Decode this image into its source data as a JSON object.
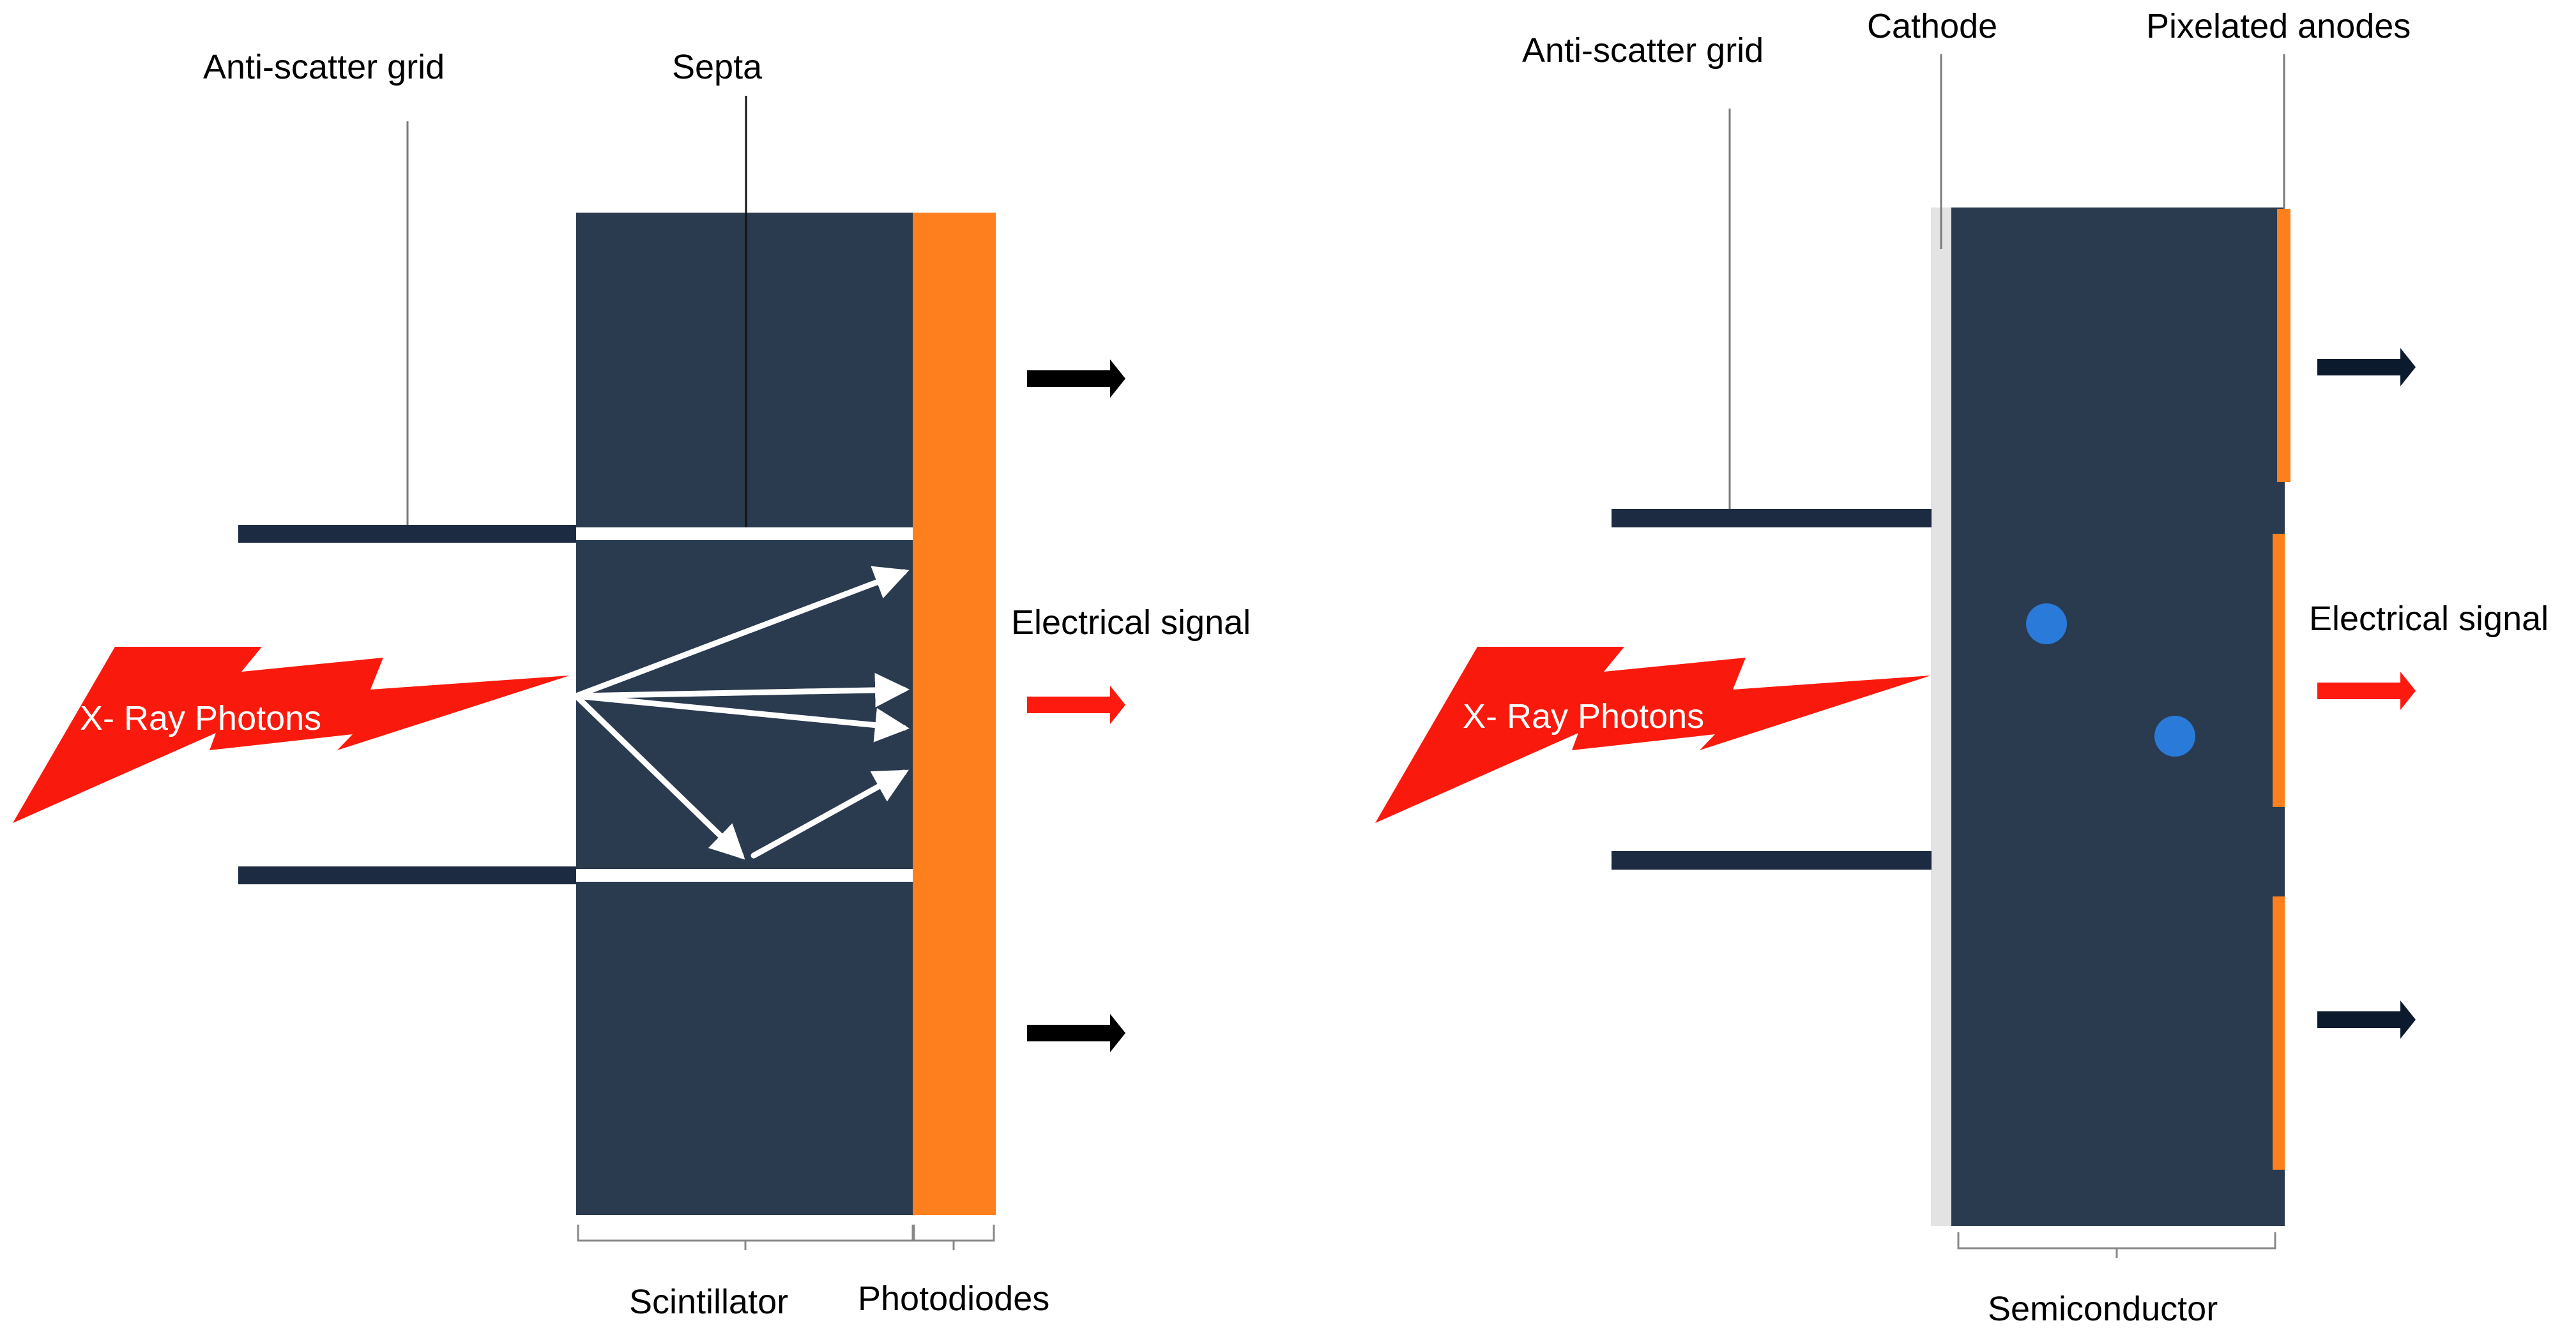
{
  "colors": {
    "dark_block": "#2a3a4f",
    "photodiode_orange": "#fe7f1d",
    "anode_orange": "#fe7f1d",
    "xray_red": "#fa1a0d",
    "signal_red": "#ff1a0f",
    "grid_bar": "#1c2b42",
    "cathode_gray": "#e3e3e3",
    "charge_dot": "#2a7ad9",
    "leader_line": "#7a7a7a",
    "arrow_black": "#000000",
    "arrow_navy": "#0c1a2d",
    "inner_arrow": "#ffffff"
  },
  "left": {
    "anti_scatter_label": "Anti-scatter grid",
    "septa_label": "Septa",
    "electrical_signal_label": "Electrical signal",
    "xray_label": "X- Ray Photons",
    "scintillator_label": "Scintillator",
    "photodiodes_label": "Photodiodes"
  },
  "right": {
    "anti_scatter_label": "Anti-scatter grid",
    "cathode_label": "Cathode",
    "pixelated_anodes_label": "Pixelated anodes",
    "electrical_signal_label": "Electrical signal",
    "xray_label": "X- Ray Photons",
    "semiconductor_label": "Semiconductor"
  },
  "icons": {
    "xray_bolt": "lightning-bolt",
    "signal_arrow": "right-arrow",
    "charge_carrier": "dot"
  }
}
